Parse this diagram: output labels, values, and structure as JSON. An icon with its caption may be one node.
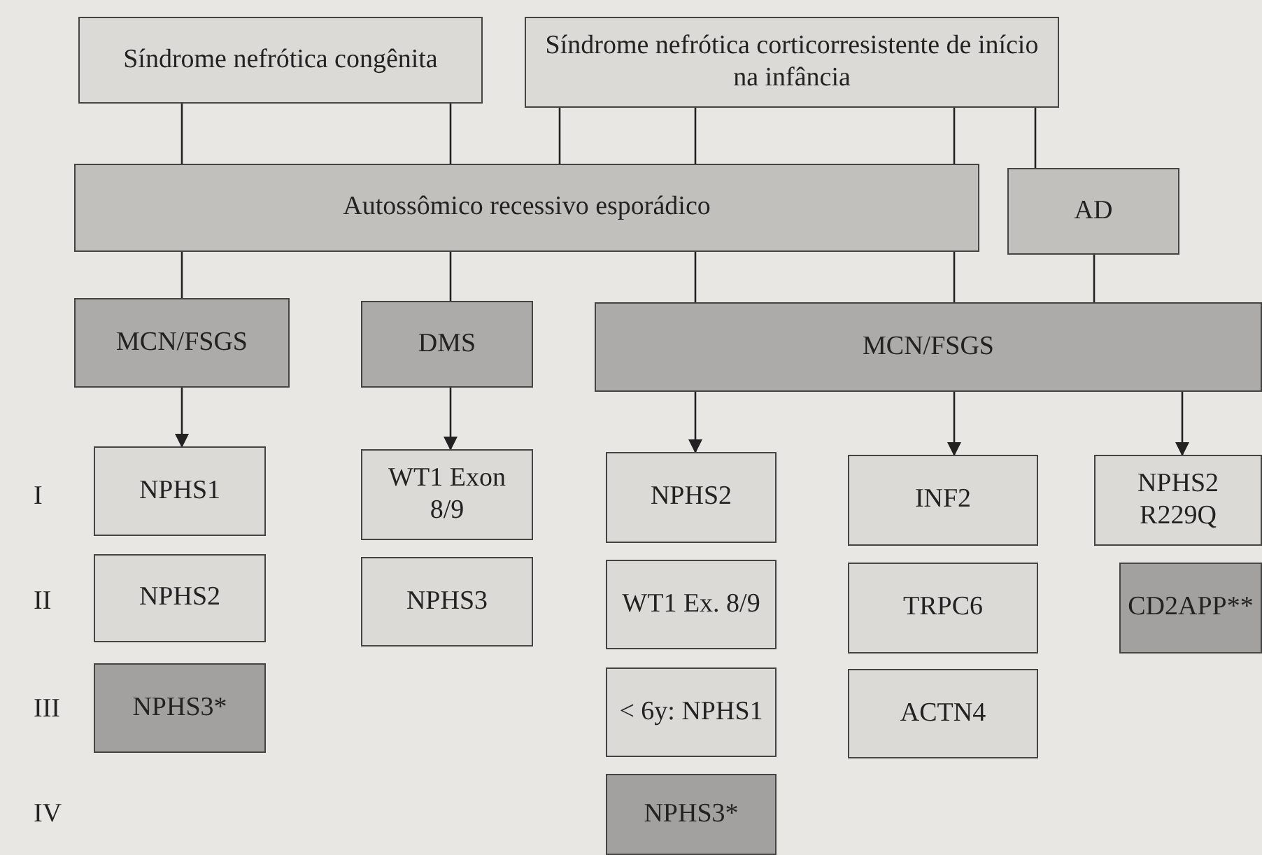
{
  "diagram": {
    "nodes": [
      {
        "text": [
          "Síndrome nefrótica congênita"
        ]
      },
      {
        "text": [
          "Síndrome nefrótica corticorresistente de início na infância"
        ]
      },
      {
        "text": [
          "Autossômico recessivo esporádico"
        ]
      },
      {
        "text": [
          "AD"
        ]
      },
      {
        "text": [
          "MCN/FSGS"
        ]
      },
      {
        "text": [
          "DMS"
        ]
      },
      {
        "text": [
          "MCN/FSGS"
        ]
      },
      {
        "text": [
          "NPHS1"
        ]
      },
      {
        "text": [
          "WT1 Exon 8/9"
        ]
      },
      {
        "text": [
          "NPHS2"
        ]
      },
      {
        "text": [
          "INF2"
        ]
      },
      {
        "text": [
          "NPHS2 R229Q"
        ]
      },
      {
        "text": [
          "NPHS2"
        ]
      },
      {
        "text": [
          "NPHS3"
        ]
      },
      {
        "text": [
          "WT1 Ex. 8/9"
        ]
      },
      {
        "text": [
          "TRPC6"
        ]
      },
      {
        "text": [
          "CD2APP**"
        ]
      },
      {
        "text": [
          "NPHS3*"
        ]
      },
      {
        "text": [
          "< 6y: NPHS1"
        ]
      },
      {
        "text": [
          "ACTN4"
        ]
      },
      {
        "text": [
          "NPHS3*"
        ]
      }
    ],
    "edges": [
      {
        "from": 0,
        "to": 2,
        "arrow": "none"
      },
      {
        "from": 0,
        "to": 2,
        "arrow": "none"
      },
      {
        "from": 1,
        "to": 2,
        "arrow": "none"
      },
      {
        "from": 1,
        "to": 2,
        "arrow": "none"
      },
      {
        "from": 1,
        "to": 2,
        "arrow": "none"
      },
      {
        "from": 1,
        "to": 3,
        "arrow": "none"
      },
      {
        "from": 2,
        "to": 4,
        "arrow": "none"
      },
      {
        "from": 2,
        "to": 5,
        "arrow": "none"
      },
      {
        "from": 2,
        "to": 6,
        "arrow": "none"
      },
      {
        "from": 2,
        "to": 6,
        "arrow": "none"
      },
      {
        "from": 3,
        "to": 6,
        "arrow": "none"
      },
      {
        "from": 4,
        "to": 7,
        "arrow": "to"
      },
      {
        "from": 5,
        "to": 8,
        "arrow": "to"
      },
      {
        "from": 6,
        "to": 9,
        "arrow": "to"
      },
      {
        "from": 6,
        "to": 10,
        "arrow": "to"
      },
      {
        "from": 6,
        "to": 11,
        "arrow": "to"
      }
    ],
    "labels": [
      "I",
      "II",
      "III",
      "IV"
    ]
  }
}
